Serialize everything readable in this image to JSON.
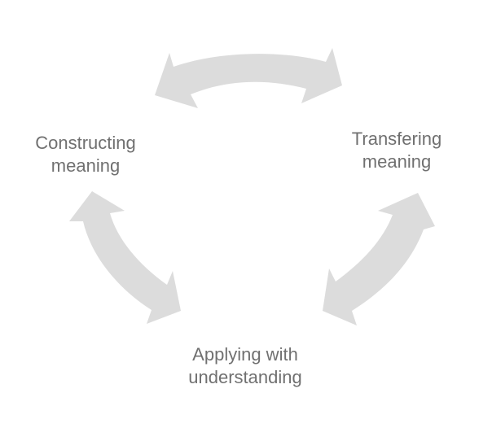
{
  "diagram": {
    "colors": {
      "arrow_fill": "#dcdcdc",
      "label_text": "#707070",
      "background": "#ffffff"
    },
    "nodes": [
      {
        "id": "constructing",
        "lines": [
          "Constructing",
          "meaning"
        ]
      },
      {
        "id": "transfering",
        "lines": [
          "Transfering",
          "meaning"
        ]
      },
      {
        "id": "applying",
        "lines": [
          "Applying with",
          "understanding"
        ]
      }
    ],
    "arrows": [
      {
        "from": "constructing",
        "to": "transfering",
        "bidirectional": true
      },
      {
        "from": "constructing",
        "to": "applying",
        "bidirectional": true
      },
      {
        "from": "transfering",
        "to": "applying",
        "bidirectional": true
      }
    ]
  }
}
